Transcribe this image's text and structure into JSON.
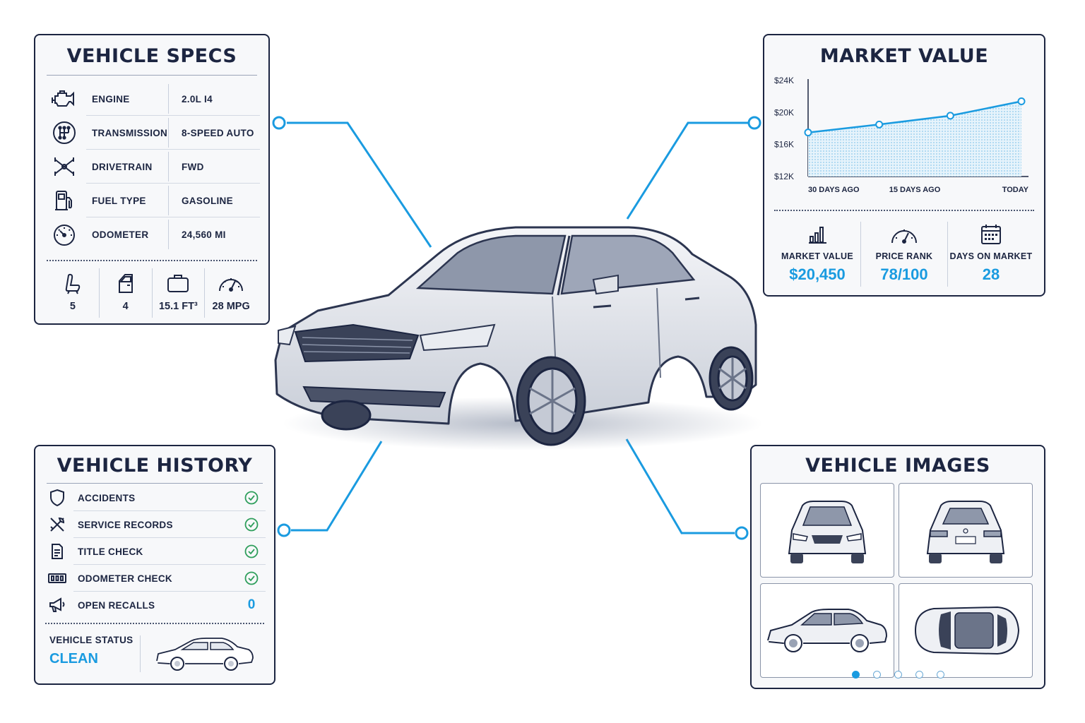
{
  "specs": {
    "title": "VEHICLE SPECS",
    "rows": [
      {
        "icon": "engine-icon",
        "label": "ENGINE",
        "value": "2.0L I4"
      },
      {
        "icon": "gear-shift-icon",
        "label": "TRANSMISSION",
        "value": "8-SPEED AUTO"
      },
      {
        "icon": "drivetrain-icon",
        "label": "DRIVETRAIN",
        "value": "FWD"
      },
      {
        "icon": "fuel-pump-icon",
        "label": "FUEL TYPE",
        "value": "GASOLINE"
      },
      {
        "icon": "odometer-icon",
        "label": "ODOMETER",
        "value": "24,560 MI"
      }
    ],
    "mini": [
      {
        "icon": "seat-icon",
        "value": "5"
      },
      {
        "icon": "door-icon",
        "value": "4"
      },
      {
        "icon": "luggage-icon",
        "value": "15.1 FT³"
      },
      {
        "icon": "speedometer-icon",
        "value": "28 MPG"
      }
    ]
  },
  "market": {
    "title": "MARKET VALUE",
    "stats": [
      {
        "icon": "bar-chart-icon",
        "label": "MARKET VALUE",
        "value": "$20,450"
      },
      {
        "icon": "gauge-icon",
        "label": "PRICE RANK",
        "value": "78/100"
      },
      {
        "icon": "calendar-icon",
        "label": "DAYS ON MARKET",
        "value": "28"
      }
    ]
  },
  "chart_data": {
    "type": "area",
    "x_labels": [
      "30 DAYS AGO",
      "15 DAYS AGO",
      "TODAY"
    ],
    "x": [
      30,
      15,
      0
    ],
    "y_ticks": [
      "$24K",
      "$20K",
      "$16K",
      "$12K"
    ],
    "ylim": [
      12000,
      24000
    ],
    "series": [
      {
        "x": [
          30,
          20,
          10,
          0
        ],
        "values": [
          17500,
          18500,
          19600,
          21400
        ]
      }
    ],
    "grid": false,
    "colors": {
      "line": "#1a9be0",
      "fill": "#cfe9f8"
    }
  },
  "history": {
    "title": "VEHICLE HISTORY",
    "rows": [
      {
        "icon": "shield-icon",
        "label": "ACCIDENTS",
        "status": "check"
      },
      {
        "icon": "wrench-icon",
        "label": "SERVICE RECORDS",
        "status": "check"
      },
      {
        "icon": "document-icon",
        "label": "TITLE CHECK",
        "status": "check"
      },
      {
        "icon": "odometer-digits-icon",
        "label": "ODOMETER CHECK",
        "status": "check"
      },
      {
        "icon": "megaphone-icon",
        "label": "OPEN RECALLS",
        "value": "0"
      }
    ],
    "status_label": "VEHICLE STATUS",
    "status_value": "CLEAN"
  },
  "images": {
    "title": "VEHICLE IMAGES",
    "views": [
      "front-view",
      "rear-view",
      "side-view",
      "top-view"
    ],
    "pages": 5,
    "active_page": 1
  },
  "colors": {
    "navy": "#1c2541",
    "accent": "#1a9be0",
    "check": "#2e9e5b"
  }
}
